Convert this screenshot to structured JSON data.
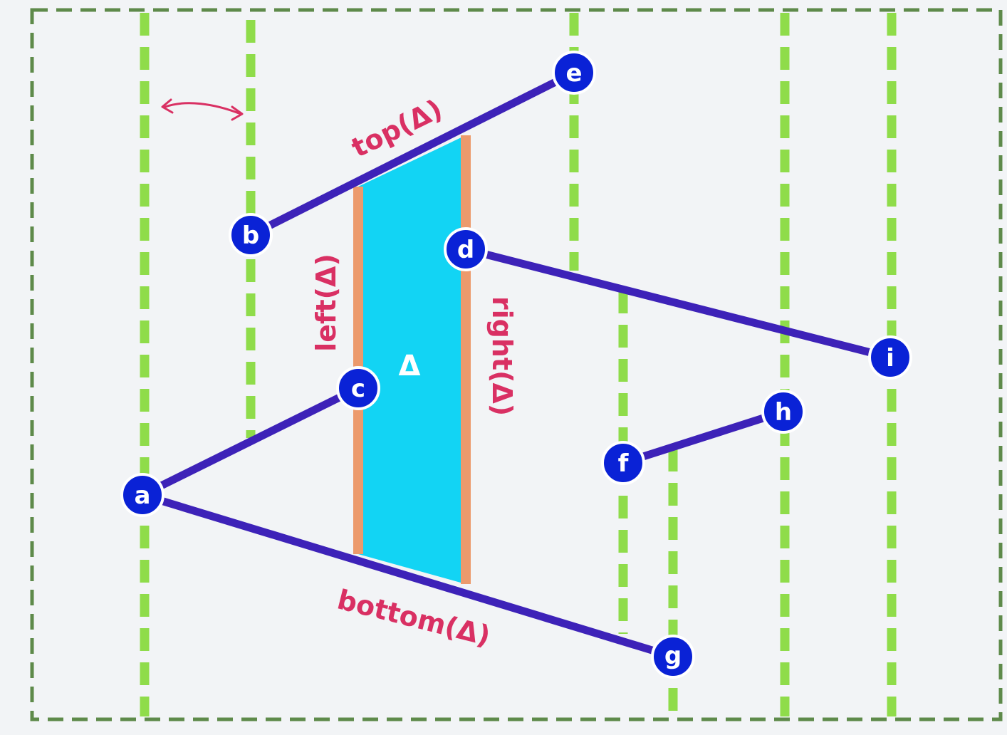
{
  "colors": {
    "background": "#f2f4f6",
    "frame": "#5e8a4a",
    "slab_line": "#8fdc4a",
    "segment": "#3d22b8",
    "node_fill": "#0a22d6",
    "node_ring": "#ffffff",
    "trapezoid_fill": "#12d4f4",
    "trapezoid_border": "#ec9a6c",
    "label": "#d93063",
    "delta_label": "#ffffff"
  },
  "points": {
    "a": "a",
    "b": "b",
    "c": "c",
    "d": "d",
    "e": "e",
    "f": "f",
    "g": "g",
    "h": "h",
    "i": "i"
  },
  "labels": {
    "top": "top(Δ)",
    "left": "left(Δ)",
    "right": "right(Δ)",
    "bottom": "bottom(Δ)",
    "delta": "Δ"
  },
  "icons": {
    "slab_width_arrow": "double-headed-arrow-icon"
  }
}
